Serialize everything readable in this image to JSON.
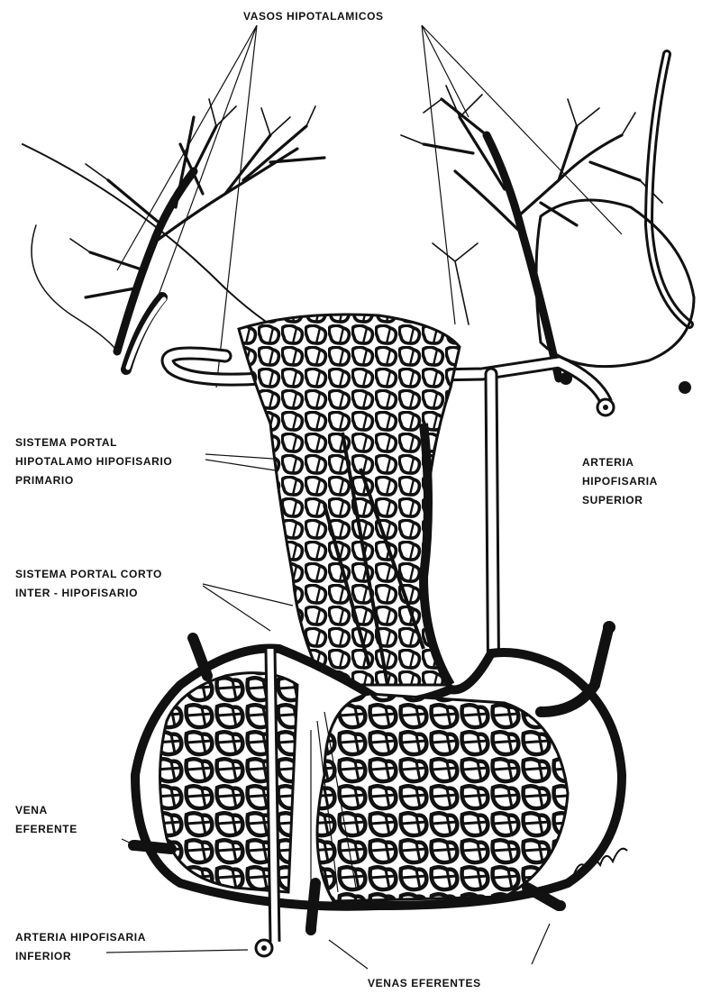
{
  "labels": {
    "vasos_hipotalamicos": "VASOS HIPOTALAMICOS",
    "sistema_portal_primario": [
      "SISTEMA PORTAL",
      "HIPOTALAMO HIPOFISARIO",
      "PRIMARIO"
    ],
    "sistema_portal_corto": [
      "SISTEMA PORTAL CORTO",
      "INTER - HIPOFISARIO"
    ],
    "arteria_superior": [
      "ARTERIA",
      "HIPOFISARIA",
      "SUPERIOR"
    ],
    "vena_eferente": [
      "VENA",
      "EFERENTE"
    ],
    "arteria_inferior": [
      "ARTERIA HIPOFISARIA",
      "INFERIOR"
    ],
    "venas_eferentes": "VENAS EFERENTES"
  },
  "colors": {
    "ink": "#111111",
    "paper": "#ffffff"
  }
}
